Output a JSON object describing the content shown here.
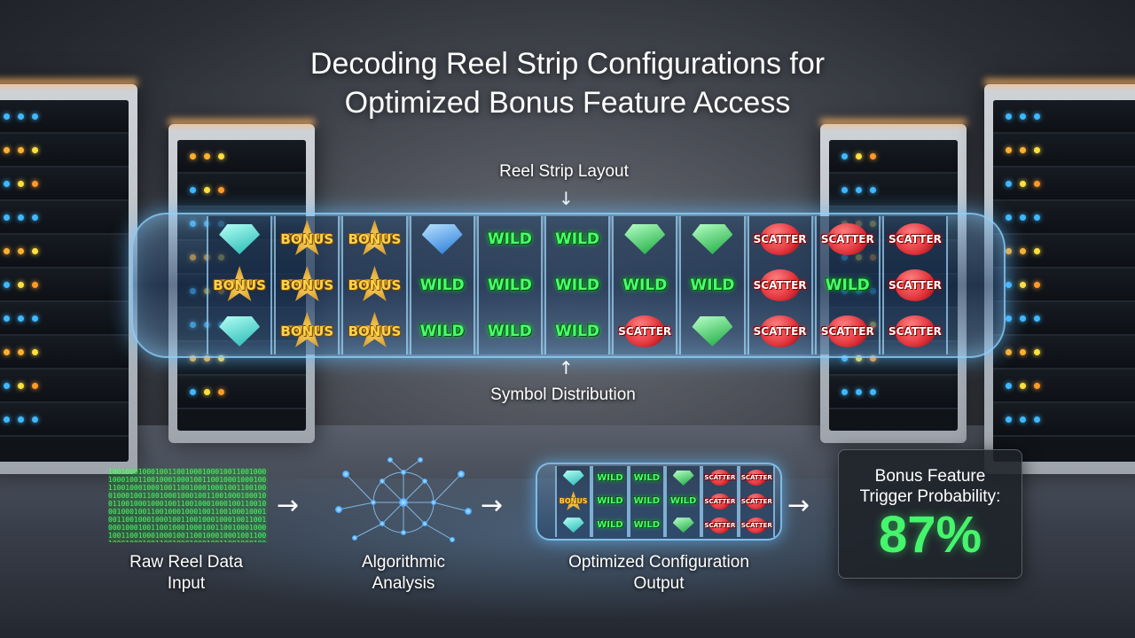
{
  "title_line1": "Decoding Reel Strip Configurations for",
  "title_line2": "Optimized Bonus Feature Access",
  "labels": {
    "reel_strip_layout": "Reel Strip Layout",
    "symbol_distribution": "Symbol Distribution"
  },
  "reel_columns": [
    [
      "gem-teal",
      "BONUS",
      "gem-teal"
    ],
    [
      "BONUS",
      "BONUS",
      "BONUS"
    ],
    [
      "BONUS",
      "BONUS",
      "BONUS"
    ],
    [
      "gem-blue",
      "WILD",
      "WILD"
    ],
    [
      "WILD",
      "WILD",
      "WILD"
    ],
    [
      "WILD",
      "WILD",
      "WILD"
    ],
    [
      "gem-green",
      "WILD",
      "SCATTER"
    ],
    [
      "gem-green",
      "WILD",
      "gem-green"
    ],
    [
      "SCATTER",
      "SCATTER",
      "SCATTER"
    ],
    [
      "SCATTER",
      "WILD",
      "SCATTER"
    ],
    [
      "SCATTER",
      "SCATTER",
      "SCATTER"
    ]
  ],
  "mini_reel_columns": [
    [
      "gem-teal",
      "BONUS",
      "gem-teal"
    ],
    [
      "WILD",
      "WILD",
      "WILD"
    ],
    [
      "WILD",
      "WILD",
      "WILD"
    ],
    [
      "gem-green",
      "WILD",
      "gem-green"
    ],
    [
      "SCATTER",
      "SCATTER",
      "SCATTER"
    ],
    [
      "SCATTER",
      "SCATTER",
      "SCATTER"
    ]
  ],
  "pipeline": {
    "step1_line1": "Raw Reel Data",
    "step1_line2": "Input",
    "step2_line1": "Algorithmic",
    "step2_line2": "Analysis",
    "step3_line1": "Optimized Configuration",
    "step3_line2": "Output"
  },
  "result": {
    "title_line1": "Bonus Feature",
    "title_line2": "Trigger Probability:",
    "value": "87%"
  },
  "colors": {
    "accent_green": "#45f56c",
    "reel_glow": "#64beff",
    "bonus_gold": "#ffd24a",
    "scatter_red": "#e0323a"
  }
}
